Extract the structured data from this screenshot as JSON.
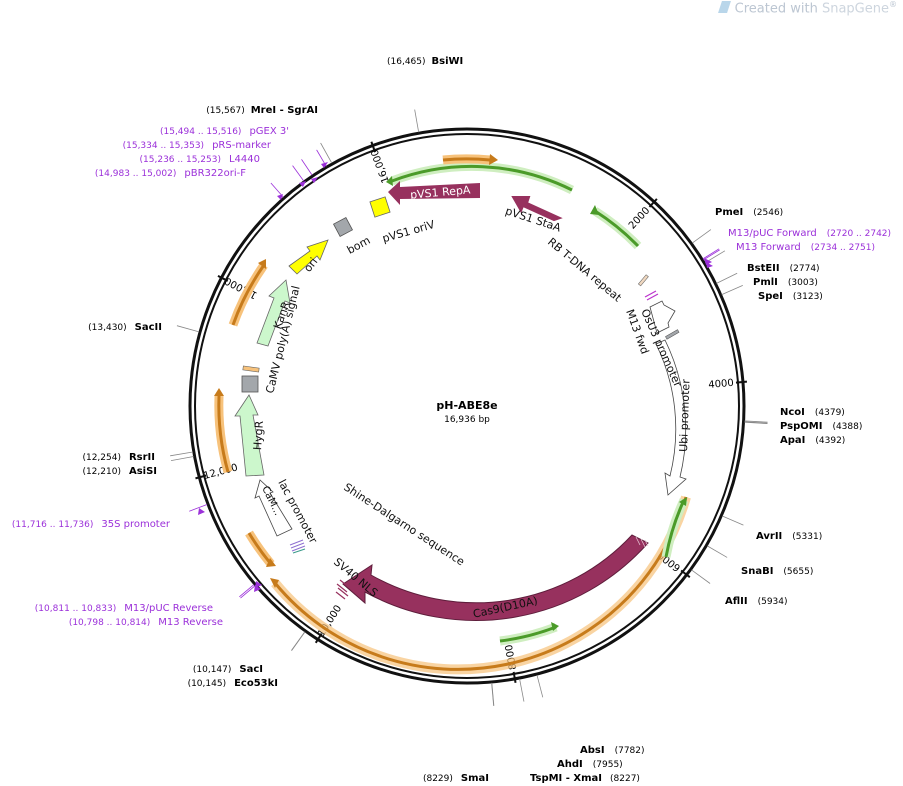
{
  "watermark": {
    "prefix": "Created with ",
    "brand": "SnapGene",
    "suffix": "®"
  },
  "plasmid": {
    "name": "pH-ABE8e",
    "length_label": "16,936 bp",
    "total_bp": 16936
  },
  "colors": {
    "backbone": "#111111",
    "site_label": "#000000",
    "primer": "#9b30d9",
    "burgundy": "#97315e",
    "yellow": "#ffff00",
    "green": "#4b9b29",
    "orange": "#c77b1b",
    "glow_orange": "#f7c27b",
    "glow_green": "#cfeec0",
    "light_green": "#ccf7cc",
    "grey": "#a3a7ab"
  },
  "ticks": [
    {
      "bp": 2000,
      "label": "2000"
    },
    {
      "bp": 4000,
      "label": "4000"
    },
    {
      "bp": 6000,
      "label": "6000"
    },
    {
      "bp": 8000,
      "label": "8000"
    },
    {
      "bp": 10000,
      "label": "10,000"
    },
    {
      "bp": 12000,
      "label": "12,000"
    },
    {
      "bp": 14000,
      "label": "14,000"
    },
    {
      "bp": 16000,
      "label": "16,000"
    }
  ],
  "sites": [
    {
      "name": "BsiWI",
      "pos": "(16,465)",
      "bp": 16465
    },
    {
      "name": "MreI  - SgrAI",
      "pos": "(15,567)",
      "bp": 15567
    },
    {
      "name": "PmeI",
      "pos": "(2546)",
      "bp": 2546
    },
    {
      "name": "BstEII",
      "pos": "(2774)",
      "bp": 2774
    },
    {
      "name": "PmlI",
      "pos": "(3003)",
      "bp": 3003
    },
    {
      "name": "SpeI",
      "pos": "(3123)",
      "bp": 3123
    },
    {
      "name": "NcoI",
      "pos": "(4379)",
      "bp": 4379
    },
    {
      "name": "PspOMI",
      "pos": "(4388)",
      "bp": 4388
    },
    {
      "name": "ApaI",
      "pos": "(4392)",
      "bp": 4392
    },
    {
      "name": "AvrII",
      "pos": "(5331)",
      "bp": 5331
    },
    {
      "name": "SnaBI",
      "pos": "(5655)",
      "bp": 5655
    },
    {
      "name": "AflII",
      "pos": "(5934)",
      "bp": 5934
    },
    {
      "name": "AbsI",
      "pos": "(7782)",
      "bp": 7782
    },
    {
      "name": "AhdI",
      "pos": "(7955)",
      "bp": 7955
    },
    {
      "name": "TspMI  - XmaI",
      "pos": "(8227)",
      "bp": 8227
    },
    {
      "name": "SmaI",
      "pos": "(8229)",
      "bp": 8229
    },
    {
      "name": "SacI",
      "pos": "(10,147)",
      "bp": 10147
    },
    {
      "name": "Eco53kI",
      "pos": "(10,145)",
      "bp": 10145
    },
    {
      "name": "RsrII",
      "pos": "(12,254)",
      "bp": 12254
    },
    {
      "name": "AsiSI",
      "pos": "(12,210)",
      "bp": 12210
    },
    {
      "name": "SacII",
      "pos": "(13,430)",
      "bp": 13430
    }
  ],
  "primers": [
    {
      "name": "pGEX 3'",
      "pos": "(15,494 .. 15,516)",
      "bp": 15505
    },
    {
      "name": "pRS-marker",
      "pos": "(15,334 .. 15,353)",
      "bp": 15343
    },
    {
      "name": "L4440",
      "pos": "(15,236 .. 15,253)",
      "bp": 15244
    },
    {
      "name": "pBR322ori-F",
      "pos": "(14,983 .. 15,002)",
      "bp": 14992
    },
    {
      "name": "M13/pUC Forward",
      "pos": "(2720 .. 2742)",
      "bp": 2731
    },
    {
      "name": "M13 Forward",
      "pos": "(2734 .. 2751)",
      "bp": 2742
    },
    {
      "name": "35S promoter",
      "pos": "(11,716 .. 11,736)",
      "bp": 11726
    },
    {
      "name": "M13/pUC Reverse",
      "pos": "(10,811 .. 10,833)",
      "bp": 10822
    },
    {
      "name": "M13 Reverse",
      "pos": "(10,798 .. 10,814)",
      "bp": 10806
    }
  ],
  "feature_labels": {
    "pvs1_repa": "pVS1 RepA",
    "pvs1_stab": "pVS1 StaA",
    "pvs1_oriv": "pVS1 oriV",
    "bom": "bom",
    "ori": "ori",
    "kanr": "KanR",
    "camv_polya": "CaMV poly(A) signal",
    "hygr": "HygR",
    "camv_promoter": "CaM...",
    "lac_promoter": "lac promoter",
    "rb_tdna": "RB T-DNA repeat",
    "osu3": "OsU3 promoter",
    "m13fwd": "M13 fwd",
    "ubi": "Ubi promoter",
    "cas9": "Cas9(D10A)",
    "sv40": "SV40 NLS",
    "shine": "Shine-Dalgarno sequence"
  }
}
